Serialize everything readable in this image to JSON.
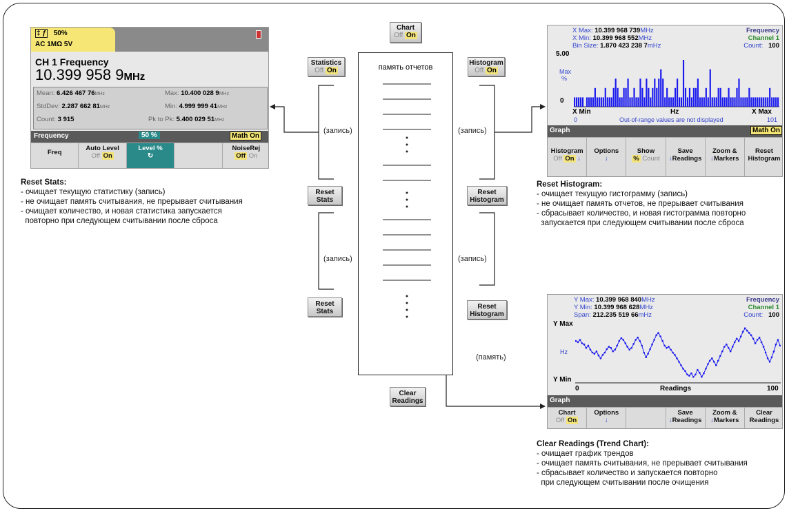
{
  "stats_screen": {
    "tab_icon": "‡ ƒ",
    "tab_line1_percent": "50%",
    "tab_line2": "AC 1MΩ  5V",
    "title": "CH 1 Frequency",
    "value": "10.399 958 9",
    "value_unit": "MHz",
    "mean_label": "Mean:",
    "mean_value": "6.426 467 76",
    "stddev_label": "StdDev:",
    "stddev_value": "2.287 662 81",
    "count_label": "Count:",
    "count_value": "3 915",
    "max_label": "Max:",
    "max_value": "10.400 028 9",
    "min_label": "Min:",
    "min_value": "4.999 999 41",
    "pk_label": "Pk to Pk:",
    "pk_value": "5.400 029 51",
    "unit_small": "MHz",
    "bar_label": "Frequency",
    "bar_percent": "50 %",
    "math_label": "Math On",
    "softkeys": {
      "freq": "Freq",
      "auto_level": "Auto Level",
      "auto_off": "Off",
      "auto_on": "On",
      "level": "Level %",
      "noise": "NoiseRej",
      "noise_off": "Off",
      "noise_on": "On"
    }
  },
  "histogram_screen": {
    "xmax_label": "X Max:",
    "xmax_value": "10.399 968 739",
    "xmin_label": "X Min:",
    "xmin_value": "10.399 968 552",
    "bin_label": "Bin Size:",
    "bin_value": "1.870 423 238 7",
    "unit_mhz": "MHz",
    "unit_mhz_small": "mHz",
    "right_title": "Frequency",
    "right_channel": "Channel 1",
    "count_label": "Count:",
    "count_value": "100",
    "y_top": "5.00",
    "y_zero": "0",
    "max_label": "Max",
    "pct_label": "%",
    "x_min_label": "X Min",
    "x_unit": "Hz",
    "x_max_label": "X Max",
    "x_min_value": "0",
    "out_of_range": "Out-of-range values are not displayed",
    "x_max_value": "101",
    "graph_label": "Graph",
    "math_label": "Math On",
    "softkeys": {
      "histogram": "Histogram",
      "off": "Off",
      "on": "On",
      "options": "Options",
      "show": "Show",
      "show_pct": "%",
      "show_count": "Count",
      "save": "Save",
      "readings": "Readings",
      "zoom": "Zoom &",
      "markers": "Markers",
      "reset": "Reset",
      "reset2": "Histogram"
    }
  },
  "trend_screen": {
    "ymax_label": "Y Max:",
    "ymax_value": "10.399 968 840",
    "ymin_label": "Y Min:",
    "ymin_value": "10.399 968 628",
    "span_label": "Span:",
    "span_value": "212.235 519 66",
    "unit_mhz": "MHz",
    "unit_mhz_small": "mHz",
    "right_title": "Frequency",
    "right_channel": "Channel 1",
    "count_label": "Count:",
    "count_value": "100",
    "y_max_axis": "Y Max",
    "y_min_axis": "Y Min",
    "y_unit": "Hz",
    "x_zero": "0",
    "x_label": "Readings",
    "x_end": "100",
    "graph_label": "Graph",
    "softkeys": {
      "chart": "Chart",
      "off": "Off",
      "on": "On",
      "options": "Options",
      "save": "Save",
      "readings": "Readings",
      "zoom": "Zoom &",
      "markers": "Markers",
      "clear": "Clear",
      "clear2": "Readings"
    }
  },
  "keys": {
    "chart": "Chart",
    "chart_off": "Off",
    "chart_on": "On",
    "statistics": "Statistics",
    "stat_off": "Off",
    "stat_on": "On",
    "histogram": "Histogram",
    "hist_off": "Off",
    "hist_on": "On",
    "reset_stats": "Reset",
    "reset_stats2": "Stats",
    "reset_hist": "Reset",
    "reset_hist2": "Histogram",
    "clear_readings": "Clear",
    "clear_readings2": "Readings"
  },
  "memory_title": "память отчетов",
  "record_label": "(запись)",
  "memory_label": "(память)",
  "notes": {
    "reset_stats": {
      "title": "Reset Stats:",
      "lines": [
        "- очищает текущую статистику (запись)",
        "- не очищает память считывания, не прерывает считывания",
        "- очищает количество, и новая статистика запускается",
        "  повторно при следующем считывании после сброса"
      ]
    },
    "reset_histogram": {
      "title": "Reset Histogram:",
      "lines": [
        "- очищает текущую гистограмму (запись)",
        "- не очищает память отчетов, не прерывает считывания",
        "- сбрасывает количество, и новая гистограмма повторно",
        "  запускается при следующем считывании после сброса"
      ]
    },
    "clear_readings": {
      "title": "Clear Readings (Trend Chart):",
      "lines": [
        "- очищает график трендов",
        "- очищает память считывания, не прерывает считывания",
        "- сбрасывает количество и запускается повторно",
        "  при следующем считывании после очищения"
      ]
    }
  },
  "chart_data": [
    {
      "type": "bar",
      "title": "Frequency Channel 1",
      "xlabel": "Hz",
      "values": [
        1,
        1,
        1,
        1,
        1,
        0,
        1,
        1,
        1,
        1,
        2,
        1,
        1,
        1,
        1,
        2,
        1,
        1,
        1,
        2,
        3,
        2,
        1,
        1,
        2,
        2,
        3,
        1,
        1,
        2,
        1,
        1,
        3,
        2,
        1,
        3,
        2,
        1,
        2,
        3,
        2,
        3,
        4,
        3,
        1,
        2,
        1,
        1,
        1,
        2,
        3,
        1,
        1,
        5,
        2,
        1,
        2,
        1,
        2,
        2,
        3,
        1,
        1,
        1,
        2,
        1,
        4,
        1,
        1,
        1,
        2,
        2,
        1,
        1,
        1,
        2,
        1,
        1,
        1,
        2,
        3,
        1,
        1,
        1,
        1,
        2,
        1,
        1,
        1,
        1,
        1,
        1,
        1,
        1,
        1,
        2,
        1,
        1,
        1,
        1
      ],
      "ylim": [
        0,
        5
      ]
    },
    {
      "type": "line",
      "title": "Frequency Channel 1",
      "xlabel": "Readings",
      "values": [
        0.7,
        0.68,
        0.72,
        0.66,
        0.64,
        0.58,
        0.62,
        0.55,
        0.5,
        0.48,
        0.52,
        0.45,
        0.4,
        0.46,
        0.5,
        0.56,
        0.6,
        0.58,
        0.52,
        0.55,
        0.62,
        0.7,
        0.75,
        0.72,
        0.66,
        0.6,
        0.55,
        0.58,
        0.65,
        0.72,
        0.76,
        0.7,
        0.62,
        0.5,
        0.42,
        0.48,
        0.56,
        0.64,
        0.72,
        0.8,
        0.84,
        0.78,
        0.7,
        0.62,
        0.58,
        0.6,
        0.55,
        0.5,
        0.46,
        0.4,
        0.34,
        0.28,
        0.22,
        0.18,
        0.12,
        0.1,
        0.14,
        0.08,
        0.12,
        0.2,
        0.15,
        0.08,
        0.14,
        0.22,
        0.3,
        0.36,
        0.4,
        0.34,
        0.28,
        0.36,
        0.44,
        0.52,
        0.6,
        0.64,
        0.58,
        0.52,
        0.6,
        0.68,
        0.74,
        0.7,
        0.78,
        0.86,
        0.92,
        0.88,
        0.84,
        0.8,
        0.74,
        0.66,
        0.72,
        0.76,
        0.68,
        0.6,
        0.5,
        0.4,
        0.34,
        0.42,
        0.52,
        0.64,
        0.72,
        0.62
      ],
      "ylim": [
        0,
        1
      ]
    }
  ]
}
